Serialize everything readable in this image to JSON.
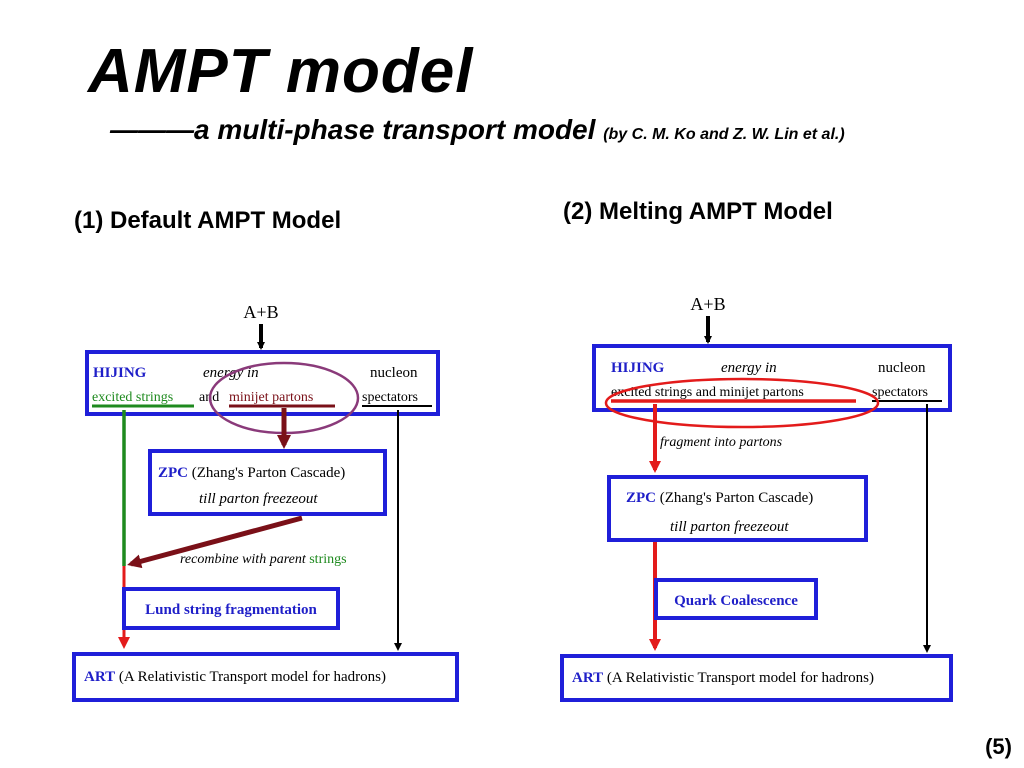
{
  "title": "AMPT model",
  "subtitle": {
    "dash": "———",
    "main": "a multi-phase transport model",
    "credit": "(by C. M. Ko and Z. W. Lin et al.)"
  },
  "left_heading": "(1) Default AMPT Model",
  "right_heading": "(2) Melting AMPT Model",
  "page_number": "(5)",
  "colors": {
    "box_border": "#1f1fd9",
    "label_blue": "#1f1fc8",
    "green": "#1e8a1e",
    "dark_red": "#7a1018",
    "red": "#e31b1b",
    "purple": "#8a3a7a"
  },
  "left": {
    "input": "A+B",
    "hijing": {
      "name": "HIJING",
      "energy": "energy in",
      "nucleon": "nucleon",
      "excited": "excited strings",
      "and": "and",
      "minijet": "minijet partons",
      "spectators": "spectators"
    },
    "zpc": {
      "name": "ZPC",
      "desc": "(Zhang's Parton Cascade)",
      "note": "till parton freezeout"
    },
    "recombine": {
      "text": "recombine with parent",
      "strings": "strings"
    },
    "lund": "Lund string fragmentation",
    "art": {
      "name": "ART",
      "desc": "(A Relativistic Transport model for hadrons)"
    }
  },
  "right": {
    "input": "A+B",
    "hijing": {
      "name": "HIJING",
      "energy": "energy in",
      "nucleon": "nucleon",
      "line2": "excited strings and minijet partons",
      "spectators": "spectators"
    },
    "fragment": "fragment into partons",
    "zpc": {
      "name": "ZPC",
      "desc": "(Zhang's Parton Cascade)",
      "note": "till parton freezeout"
    },
    "quark": "Quark Coalescence",
    "art": {
      "name": "ART",
      "desc": "(A Relativistic Transport model for hadrons)"
    }
  }
}
